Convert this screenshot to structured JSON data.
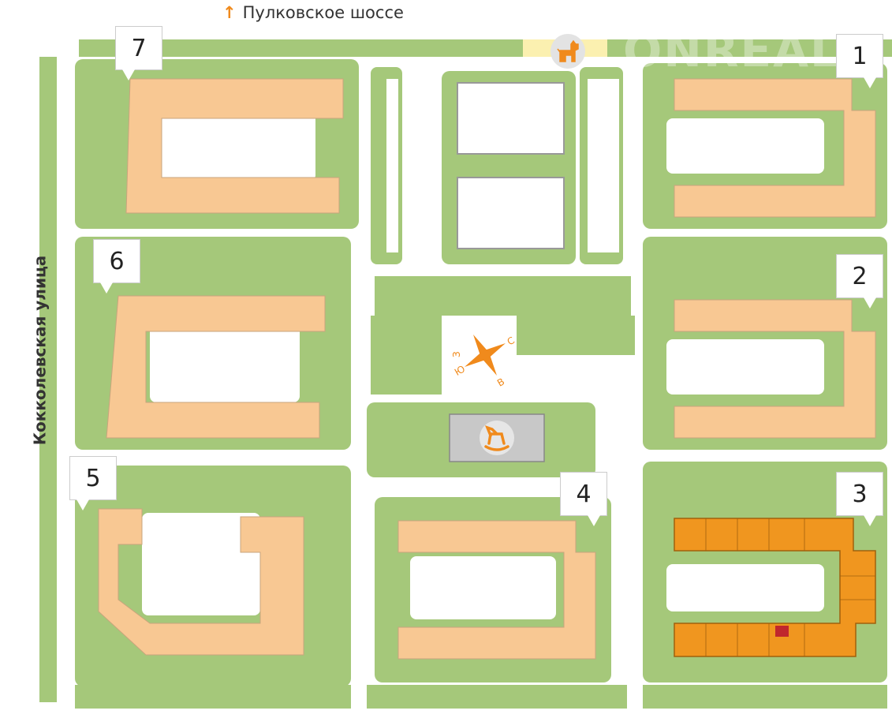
{
  "roads": {
    "top": "Пулковское шоссе",
    "left": "Кокколевская улица"
  },
  "buildings": [
    {
      "number": "1",
      "status": "default"
    },
    {
      "number": "2",
      "status": "default"
    },
    {
      "number": "3",
      "status": "selected"
    },
    {
      "number": "4",
      "status": "default"
    },
    {
      "number": "5",
      "status": "default"
    },
    {
      "number": "6",
      "status": "default"
    },
    {
      "number": "7",
      "status": "default"
    }
  ],
  "compass": {
    "n": "С",
    "s": "Ю",
    "e": "В",
    "w": "З"
  },
  "icons": {
    "dog_area": "dog-icon",
    "playground": "rocking-horse-icon",
    "direction": "arrow-up-icon"
  },
  "watermark": "ONREAL",
  "colors": {
    "lawn": "#a5c87a",
    "building": "#f8c893",
    "building_selected": "#f0961f",
    "apartment_selected": "#c0272d",
    "dog_area": "#fbf0b0",
    "accent": "#f08a1c"
  }
}
